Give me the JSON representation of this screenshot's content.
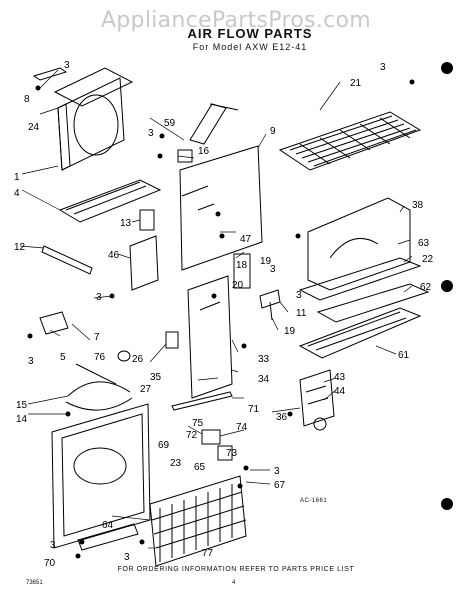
{
  "watermark": "AppliancePartsPros.com",
  "title": "AIR FLOW PARTS",
  "subtitle": "For Model AXW E12-41",
  "footer": "FOR ORDERING INFORMATION REFER TO PARTS PRICE LIST",
  "drawing_id": "AC-1661",
  "ref_code": "73651",
  "page_number": "4",
  "callouts": [
    "3",
    "8",
    "24",
    "1",
    "4",
    "12",
    "59",
    "3",
    "16",
    "9",
    "21",
    "3",
    "13",
    "46",
    "3",
    "47",
    "18",
    "19",
    "3",
    "20",
    "11",
    "3",
    "7",
    "3",
    "5",
    "76",
    "26",
    "33",
    "34",
    "35",
    "27",
    "71",
    "15",
    "14",
    "75",
    "72",
    "74",
    "69",
    "23",
    "65",
    "73",
    "3",
    "67",
    "64",
    "3",
    "70",
    "3",
    "77",
    "36",
    "43",
    "44",
    "38",
    "63",
    "22",
    "62",
    "61",
    "19"
  ],
  "colors": {
    "ink": "#000000",
    "watermark": "#c9c9c9",
    "paper": "#ffffff"
  }
}
